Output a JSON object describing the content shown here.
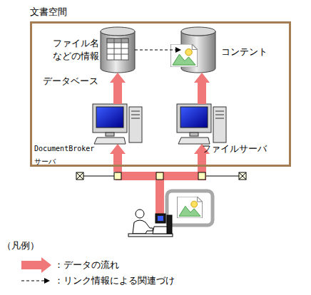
{
  "diagram": {
    "nodes": [
      {
        "text": [
          "文書空間"
        ]
      },
      {
        "text": [
          "ファイル名 などの情報",
          "データベース"
        ],
        "in": 0
      },
      {
        "text": [
          "コンテント"
        ],
        "in": 0
      },
      {
        "text": [
          "DocumentBroker サーバ"
        ],
        "in": 0
      },
      {
        "text": [
          "ファイルサーバ"
        ],
        "in": 0
      }
    ],
    "edges": [
      {
        "from": 1,
        "to": 2,
        "arrow": "to"
      },
      {
        "from": 3,
        "to": 1,
        "arrow": "to"
      },
      {
        "from": 4,
        "to": 2,
        "arrow": "to"
      }
    ],
    "labels": [
      "（凡例）"
    ],
    "legend": [
      {
        "text": "：データの流れ"
      },
      {
        "text": "：リンク情報による関連づけ"
      }
    ]
  }
}
